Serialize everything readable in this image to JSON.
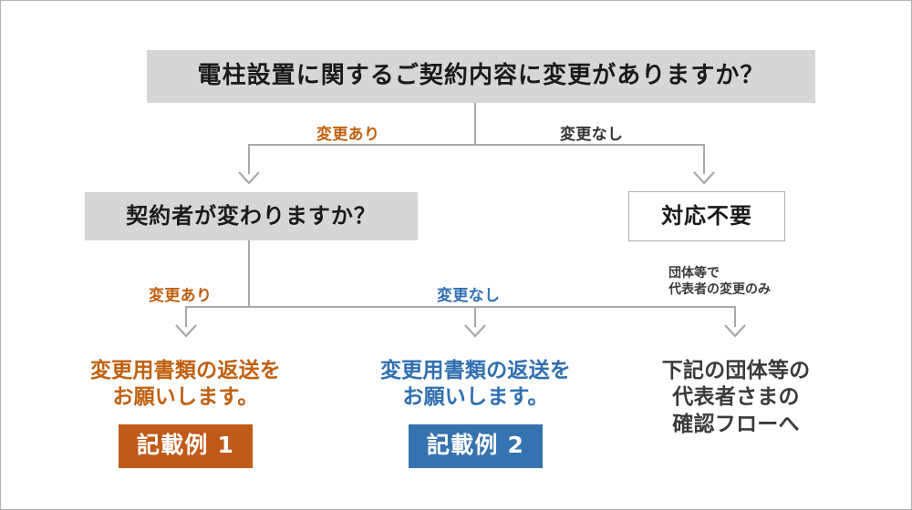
{
  "diagram": {
    "title_node": {
      "label": "電柱設置に関するご契約内容に変更がありますか？"
    },
    "nodes": [
      {
        "id": "contractor",
        "label": "契約者が変わりますか？"
      },
      {
        "id": "noaction",
        "label": "対応不要"
      }
    ],
    "edge_labels": {
      "root_left": "変更あり",
      "root_right": "変更なし",
      "second_left": "変更あり",
      "second_middle": "変更なし",
      "second_right_line1": "団体等で",
      "second_right_line2": "代表者の変更のみ"
    },
    "results": [
      {
        "id": "result-1",
        "line1": "変更用書類の返送を",
        "line2": "お願いします。",
        "badge": "記載例 1",
        "text_color": "#c0600f",
        "badge_color": "#c05a18"
      },
      {
        "id": "result-2",
        "line1": "変更用書類の返送を",
        "line2": "お願いします。",
        "badge": "記載例 2",
        "text_color": "#2f6fb0",
        "badge_color": "#3573b0"
      },
      {
        "id": "result-3",
        "line1": "下記の団体等の",
        "line2": "代表者さまの",
        "line3": "確認フローへ",
        "text_color": "#3a3a3a"
      }
    ],
    "colors": {
      "node_fill": "#d6d6d6",
      "node_border": "#b0b0b0",
      "connector": "#a8a8a8",
      "accent_orange": "#c0600f",
      "accent_blue": "#2f6fb0",
      "text_dark": "#1a1a1a",
      "background": "#ffffff"
    }
  }
}
